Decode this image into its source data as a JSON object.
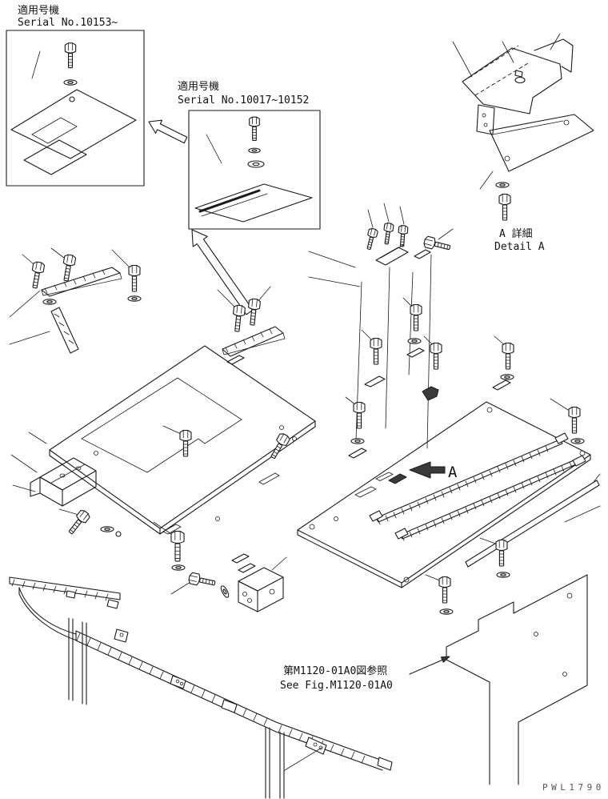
{
  "page": {
    "watermark": "PWL1790"
  },
  "inset_new": {
    "title": "適用号機",
    "serial": "Serial No.10153~"
  },
  "inset_old": {
    "title": "適用号機",
    "serial": "Serial No.10017~10152"
  },
  "detail_a": {
    "label_jp": "A 詳細",
    "label_en": "Detail A",
    "marker": "A"
  },
  "reference": {
    "jp": "第M1120-01A0図参照",
    "en": "See Fig.M1120-01A0"
  }
}
